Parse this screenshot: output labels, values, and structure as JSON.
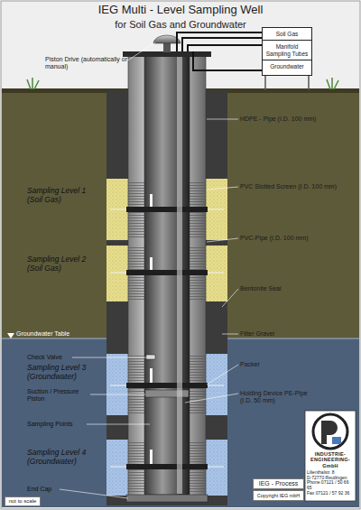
{
  "diagram": {
    "title": "IEG Multi - Level Sampling Well",
    "nodes": [
      {
        "text": [
          "Soil Gas",
          "Manifold Sampling Tubes",
          "Groundwater"
        ]
      },
      {
        "text": [
          "not to scale"
        ]
      },
      {
        "text": [
          "IEG - Process"
        ]
      },
      {
        "text": [
          "Copyright IEG mbH"
        ]
      },
      {
        "text": [
          "INDUSTRIE- ENGINEERING- GmbH",
          "Lilienthalstr. 8",
          "D-72770 Reutlingen",
          "Phone 07121 / 50 66 65",
          "Fax 07121 / 57 92 36"
        ]
      }
    ],
    "labels": [
      "for Soil Gas and Groundwater",
      "Piston Drive (automatically or manual)",
      "HDPE - Pipe (I.D. 100 mm)",
      "Sampling Level 1 (Soil Gas)",
      "PVC Slotted Screen (I.D. 100 mm)",
      "PVC-Pipe (I.D. 100 mm)",
      "Sampling Level 2 (Soil Gas)",
      "Bentonite Seal",
      "Groundwater Table",
      "Filter Gravel",
      "Check Valve",
      "Sampling Level 3 (Groundwater)",
      "Packer",
      "Suction / Pressure Piston",
      "Holding Device PE-Pipe (I.D. 50 mm)",
      "Sampling Points",
      "Sampling Level 4 (Groundwater)",
      "End Cap"
    ]
  }
}
